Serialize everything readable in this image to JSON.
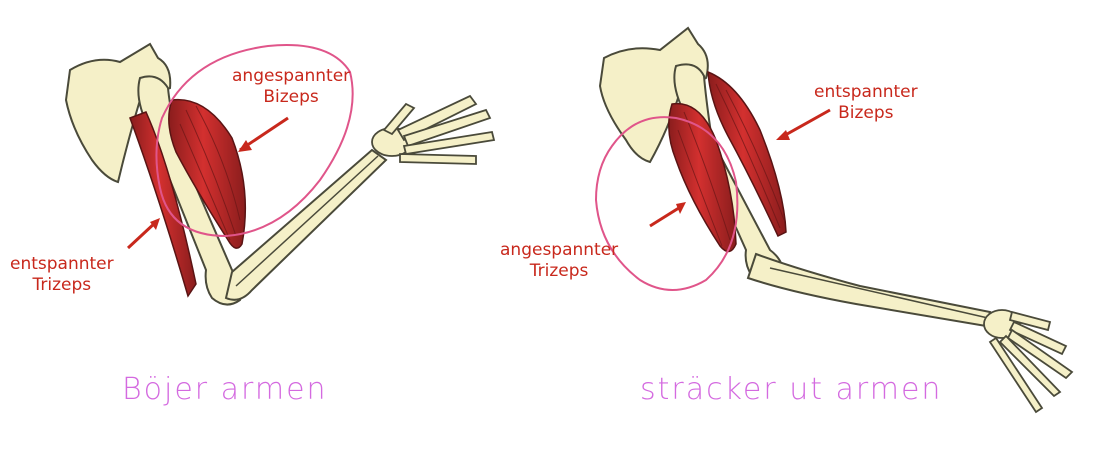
{
  "left_panel": {
    "biceps_label": [
      "angespannter",
      "Bizeps"
    ],
    "triceps_label": [
      "entspannter",
      "Trizeps"
    ],
    "caption": "Böjer armen"
  },
  "right_panel": {
    "biceps_label": [
      "entspannter",
      "Bizeps"
    ],
    "triceps_label": [
      "angespannter",
      "Trizeps"
    ],
    "caption": "sträcker ut armen"
  },
  "colors": {
    "bone": "#f5f0c8",
    "bone_outline": "#4a4a3a",
    "muscle": "#c0282a",
    "muscle_dark": "#7a1a1a",
    "label_red": "#c8281c",
    "marker_pink": "#e0558a",
    "caption_violet": "#d46ae0"
  }
}
